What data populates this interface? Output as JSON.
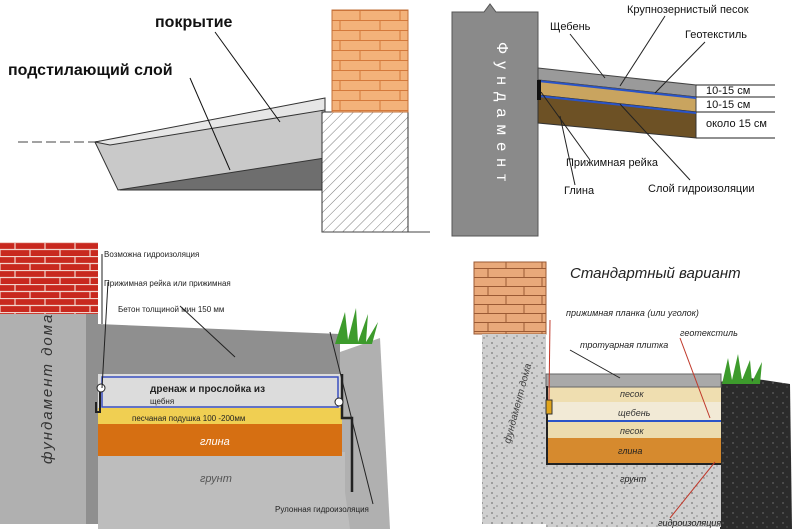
{
  "panel_a": {
    "label_cover": "покрытие",
    "label_base": "подстилающий слой"
  },
  "panel_b": {
    "foundation": "Фундамент",
    "label_gravel": "Щебень",
    "label_sand": "Крупнозернистый песок",
    "label_geotextile": "Геотекстиль",
    "label_clamp": "Прижимная рейка",
    "label_clay": "Глина",
    "label_waterproof": "Слой гидроизоляции",
    "dim_1": "10-15 см",
    "dim_2": "10-15 см",
    "dim_3": "около 15 см"
  },
  "panel_c": {
    "foundation": "фундамент дома",
    "label_top": "Возможна гидроизоляция",
    "label_clamp": "Прижимная рейка или прижимная",
    "label_concrete": "Бетон толщиной мин 150 мм",
    "label_drain_1": "дренаж и прослойка из",
    "label_drain_2": "щебня",
    "label_sandbed": "песчаная подушка 100 -200мм",
    "label_clay": "глина",
    "label_soil": "грунт",
    "label_waterproof": "Рулонная гидроизоляция"
  },
  "panel_d": {
    "title": "Стандартный вариант",
    "foundation": "фундамент дома",
    "label_clamp": "прижимная планка (или уголок)",
    "label_tile": "тротуарная плитка",
    "label_geotextile": "геотекстиль",
    "layer_sand_top": "песок",
    "layer_gravel": "щебень",
    "layer_sand_bottom": "песок",
    "layer_clay": "глина",
    "layer_soil": "грунт",
    "label_waterproof": "гидроизоляция"
  },
  "colors": {
    "brick": "#f3b27a",
    "red_brick": "#c8281e",
    "gravel_gray": "#8f8f8f",
    "sand": "#f0cf52",
    "clay": "#d66f12",
    "membrane_blue": "#2a54c8"
  }
}
